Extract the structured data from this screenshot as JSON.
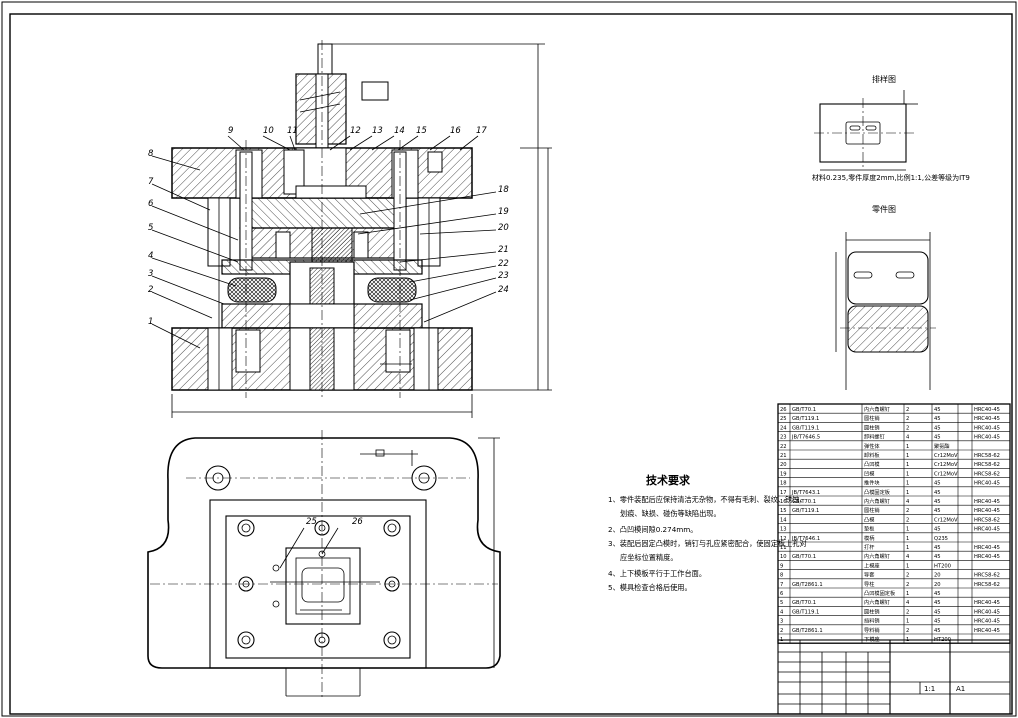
{
  "strip_layout_label": "排样图",
  "strip_note": "材料0.235,零件厚度2mm,比例1:1,公差等级为IT9",
  "part_label": "零件图",
  "tech_title": "技术要求",
  "tech_items": [
    "1、零件装配后应保持清洁无杂物，不得有毛刺、裂纹、锈蚀、",
    "划痕、缺损、碰伤等缺陷出现。",
    "2、凸凹模间隙0.274mm。",
    "3、装配后固定凸模时，销钉与孔应紧密配合，使固定板上孔对",
    "应坐标位置精度。",
    "4、上下模板平行于工作台面。",
    "5、模具检查合格后使用。"
  ],
  "callouts_top": [
    "9",
    "10",
    "11",
    "12",
    "13",
    "14",
    "15",
    "16",
    "17"
  ],
  "callouts_left": [
    "8",
    "7",
    "6",
    "5",
    "4",
    "3",
    "2",
    "1"
  ],
  "callouts_right": [
    "18",
    "19",
    "20",
    "21",
    "22",
    "23",
    "24"
  ],
  "callouts_plan": [
    "25",
    "26"
  ],
  "bom_rows": [
    [
      "26",
      "GB/T70.1",
      "内六角螺钉",
      "2",
      "45",
      "",
      "HRC40-45"
    ],
    [
      "25",
      "GB/T119.1",
      "圆柱销",
      "2",
      "45",
      "",
      "HRC40-45"
    ],
    [
      "24",
      "GB/T119.1",
      "圆柱销",
      "2",
      "45",
      "",
      "HRC40-45"
    ],
    [
      "23",
      "JB/T7646.5",
      "卸料螺钉",
      "4",
      "45",
      "",
      "HRC40-45"
    ],
    [
      "22",
      "",
      "弹性体",
      "1",
      "聚氨酯",
      "",
      ""
    ],
    [
      "21",
      "",
      "卸料板",
      "1",
      "Cr12MoV",
      "",
      "HRC58-62"
    ],
    [
      "20",
      "",
      "凸凹模",
      "1",
      "Cr12MoV",
      "",
      "HRC58-62"
    ],
    [
      "19",
      "",
      "凹模",
      "1",
      "Cr12MoV",
      "",
      "HRC58-62"
    ],
    [
      "18",
      "",
      "推件块",
      "1",
      "45",
      "",
      "HRC40-45"
    ],
    [
      "17",
      "JB/T7643.1",
      "凸模固定板",
      "1",
      "45",
      "",
      ""
    ],
    [
      "16",
      "GB/T70.1",
      "内六角螺钉",
      "4",
      "45",
      "",
      "HRC40-45"
    ],
    [
      "15",
      "GB/T119.1",
      "圆柱销",
      "2",
      "45",
      "",
      "HRC40-45"
    ],
    [
      "14",
      "",
      "凸模",
      "2",
      "Cr12MoV",
      "",
      "HRC58-62"
    ],
    [
      "13",
      "",
      "垫板",
      "1",
      "45",
      "",
      "HRC40-45"
    ],
    [
      "12",
      "JB/T7646.1",
      "模柄",
      "1",
      "Q235",
      "",
      ""
    ],
    [
      "11",
      "",
      "打杆",
      "1",
      "45",
      "",
      "HRC40-45"
    ],
    [
      "10",
      "GB/T70.1",
      "内六角螺钉",
      "4",
      "45",
      "",
      "HRC40-45"
    ],
    [
      "9",
      "",
      "上模座",
      "1",
      "HT200",
      "",
      ""
    ],
    [
      "8",
      "",
      "导套",
      "2",
      "20",
      "",
      "HRC58-62"
    ],
    [
      "7",
      "GB/T2861.1",
      "导柱",
      "2",
      "20",
      "",
      "HRC58-62"
    ],
    [
      "6",
      "",
      "凸凹模固定板",
      "1",
      "45",
      "",
      ""
    ],
    [
      "5",
      "GB/T70.1",
      "内六角螺钉",
      "4",
      "45",
      "",
      "HRC40-45"
    ],
    [
      "4",
      "GB/T119.1",
      "圆柱销",
      "2",
      "45",
      "",
      "HRC40-45"
    ],
    [
      "3",
      "",
      "挡料销",
      "1",
      "45",
      "",
      "HRC40-45"
    ],
    [
      "2",
      "GB/T2861.1",
      "导料销",
      "2",
      "45",
      "",
      "HRC40-45"
    ],
    [
      "1",
      "",
      "下模座",
      "1",
      "HT200",
      "",
      ""
    ]
  ],
  "title_block": {
    "scale": "1:1",
    "sheet": "A1"
  }
}
